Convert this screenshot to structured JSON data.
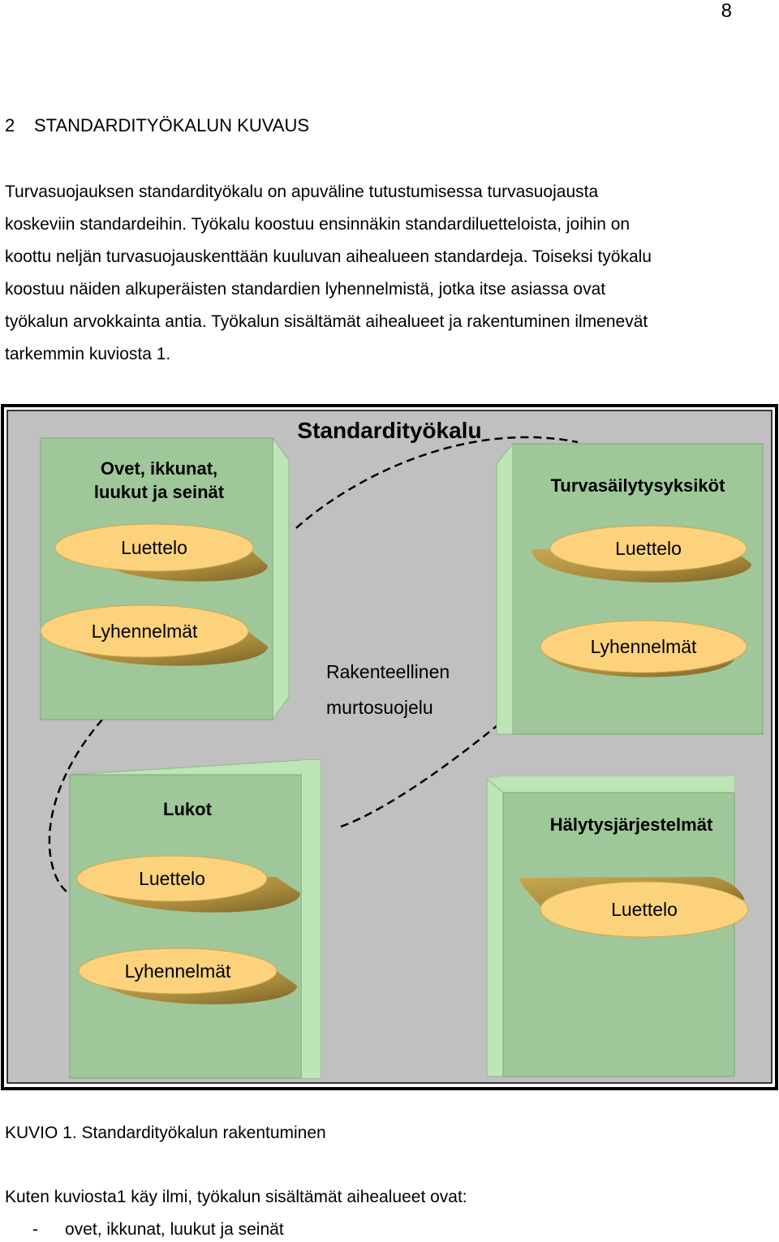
{
  "page_number": "8",
  "section": {
    "number": "2",
    "title": "STANDARDITYÖKALUN KUVAUS"
  },
  "paragraph_lines": [
    "Turvasuojauksen standardityökalu on apuväline tutustumisessa turvasuojausta",
    "koskeviin standardeihin. Työkalu koostuu ensinnäkin standardiluetteloista, joihin on",
    "koottu neljän turvasuojauskenttään kuuluvan aihealueen standardeja. Toiseksi työkalu",
    "koostuu näiden alkuperäisten standardien lyhennelmistä, jotka itse asiassa ovat",
    "työkalun arvokkainta antia. Työkalun sisältämät aihealueet ja rakentuminen ilmenevät",
    "tarkemmin kuviosta 1."
  ],
  "figure": {
    "title": "Standardityökalu",
    "center_label_line1": "Rakenteellinen",
    "center_label_line2": "murtosuojelu",
    "boxes": {
      "top_left": {
        "title_line1": "Ovet, ikkunat,",
        "title_line2": "luukut ja seinät",
        "list_label": "Luettelo",
        "summary_label": "Lyhennelmät"
      },
      "top_right": {
        "title": "Turvasäilytysyksiköt",
        "list_label": "Luettelo",
        "summary_label": "Lyhennelmät"
      },
      "bottom_left": {
        "title": "Lukot",
        "list_label": "Luettelo",
        "summary_label": "Lyhennelmät"
      },
      "bottom_right": {
        "title": "Hälytysjärjestelmät",
        "list_label": "Luettelo"
      }
    },
    "colors": {
      "background": "#c0c0c0",
      "box_front": "#9fc79a",
      "box_side": "#bde5b5",
      "pill_top": "#fdd27c",
      "pill_side": "#a88b3c",
      "dashed_line": "#000000"
    }
  },
  "caption": "KUVIO 1. Standardityökalun rakentuminen",
  "intro_line": "Kuten kuviosta1 käy ilmi, työkalun sisältämät aihealueet ovat:",
  "list_items": [
    "ovet, ikkunat, luukut ja seinät"
  ],
  "list_marker": "-"
}
